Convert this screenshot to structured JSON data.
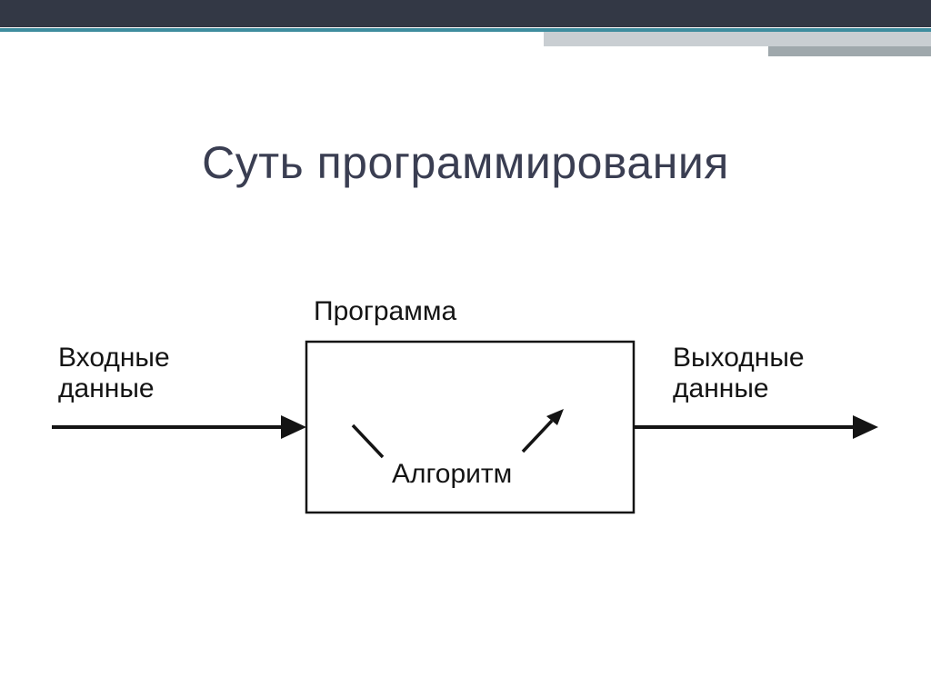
{
  "slide": {
    "title": "Суть программирования"
  },
  "diagram": {
    "program_label": "Программа",
    "input_label": [
      "Входные",
      "данные"
    ],
    "output_label": [
      "Выходные",
      "данные"
    ],
    "algorithm_label": "Алгоритм"
  },
  "colors": {
    "background": "#FFFFFF",
    "header_bar": "#333845",
    "accent_teal": "#3E8C9E",
    "accent_light_gray": "#C9CED2",
    "accent_medium_gray": "#9FA8AC",
    "title": "#3A3E52",
    "diagram_ink": "#141414"
  }
}
